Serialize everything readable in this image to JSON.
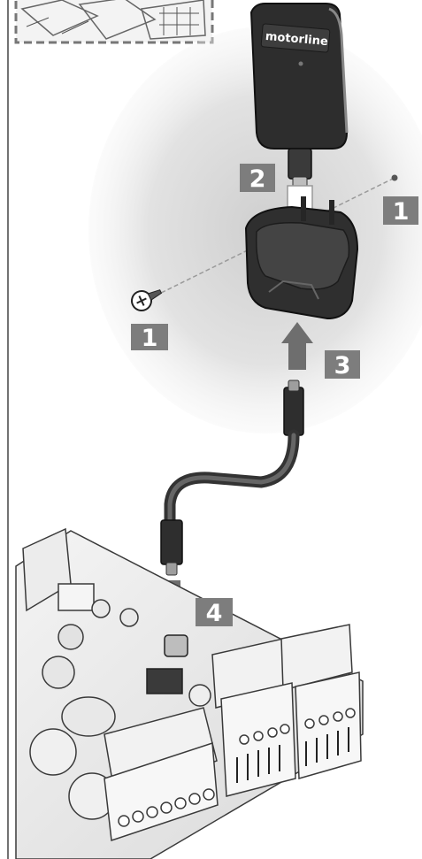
{
  "diagram": {
    "brand_label": "motorline",
    "steps": [
      {
        "id": "screw-left",
        "label": "1"
      },
      {
        "id": "screw-right",
        "label": "1"
      },
      {
        "id": "insert-transmitter",
        "label": "2"
      },
      {
        "id": "insert-cable",
        "label": "3"
      },
      {
        "id": "plug-board",
        "label": "4"
      }
    ]
  },
  "colors": {
    "badge": "#7d7d7d",
    "arrow": "#6e6e6e",
    "device": "#2b2b2b",
    "outline": "#333333"
  },
  "icons": [
    "screw-icon",
    "arrow-up-icon",
    "arrow-down-icon"
  ]
}
